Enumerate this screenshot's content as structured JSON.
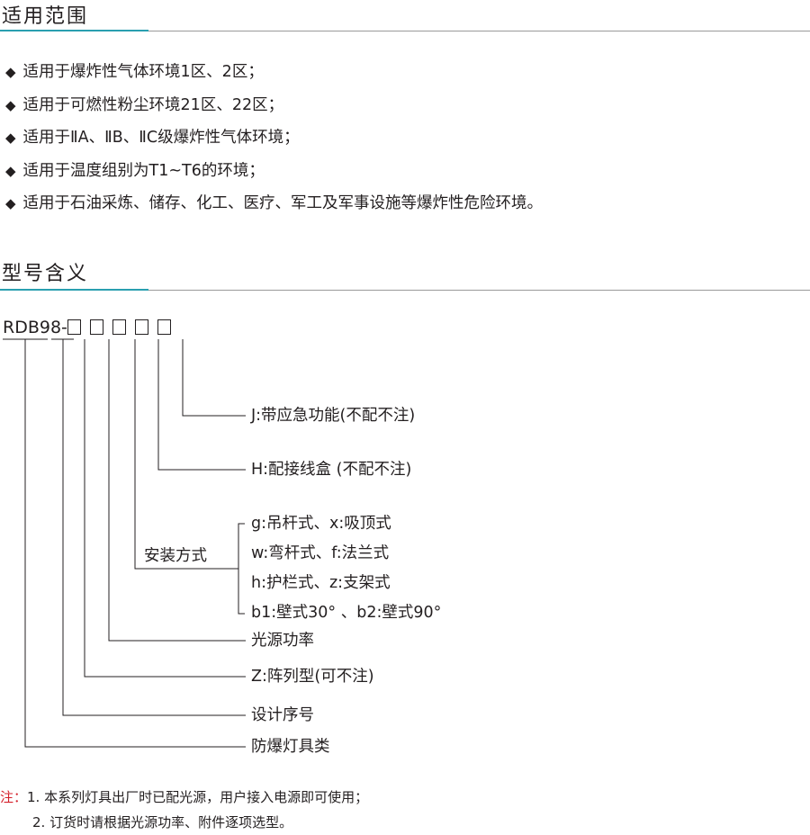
{
  "scope": {
    "title": "适用范围",
    "bullet_symbol": "◆",
    "items": [
      "适用于爆炸性气体环境1区、2区；",
      "适用于可燃性粉尘环境21区、22区；",
      "适用于ⅡA、ⅡB、ⅡC级爆炸性气体环境；",
      "适用于温度组别为T1~T6的环境；",
      "适用于石油采炼、储存、化工、医疗、军工及军事设施等爆炸性危险环境。"
    ]
  },
  "model": {
    "title": "型号含义",
    "code_prefix": "RDB98-",
    "code_box_count": 5,
    "labels": {
      "j": "J:带应急功能(不配不注)",
      "h": "H:配接线盒 (不配不注)",
      "mount_group": "安装方式",
      "mount_1": "g:吊杆式、x:吸顶式",
      "mount_2": "w:弯杆式、f:法兰式",
      "mount_3": "h:护栏式、z:支架式",
      "mount_4": "b1:壁式30° 、b2:壁式90°",
      "power": "光源功率",
      "z": "Z:阵列型(可不注)",
      "serial": "设计序号",
      "category": "防爆灯具类"
    }
  },
  "notes": {
    "label": "注：",
    "line1": "1. 本系列灯具出厂时已配光源，用户接入电源即可使用；",
    "line2": "2. 订货时请根据光源功率、附件逐项选型。"
  },
  "colors": {
    "accent_rule": "#2a9fb0",
    "grey_rule": "#9a9a9a",
    "note_label": "#d4202b",
    "text": "#231f20"
  }
}
